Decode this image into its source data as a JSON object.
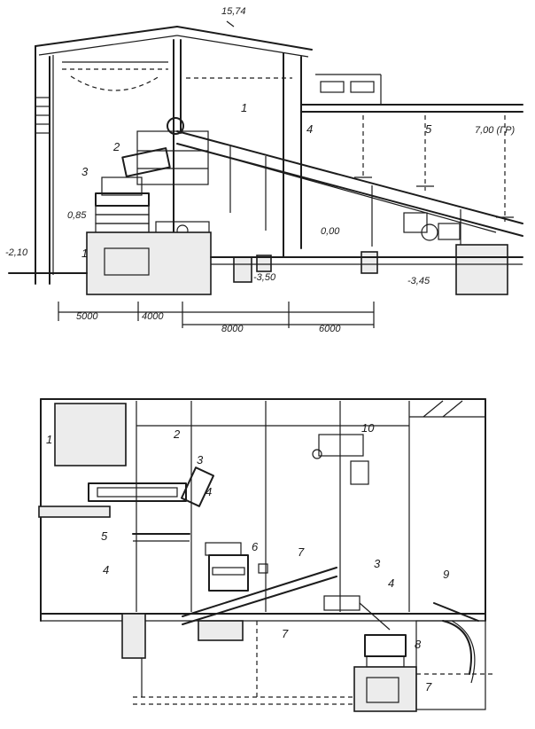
{
  "top_drawing": {
    "elevations": {
      "roof": "15,74",
      "floor_right": "7,00 (ГР)",
      "platform": "0,85",
      "ground_left": "-2,10",
      "zero": "0,00",
      "pit": "-3,50",
      "pit_right": "-3,45"
    },
    "callouts": [
      "1",
      "2",
      "3",
      "4",
      "5",
      "1"
    ],
    "dimensions": [
      "5000",
      "4000",
      "8000",
      "6000"
    ]
  },
  "bottom_drawing": {
    "callouts": [
      "1",
      "2",
      "3",
      "4",
      "5",
      "4",
      "6",
      "7",
      "3",
      "4",
      "7",
      "8",
      "7",
      "9",
      "10"
    ]
  }
}
